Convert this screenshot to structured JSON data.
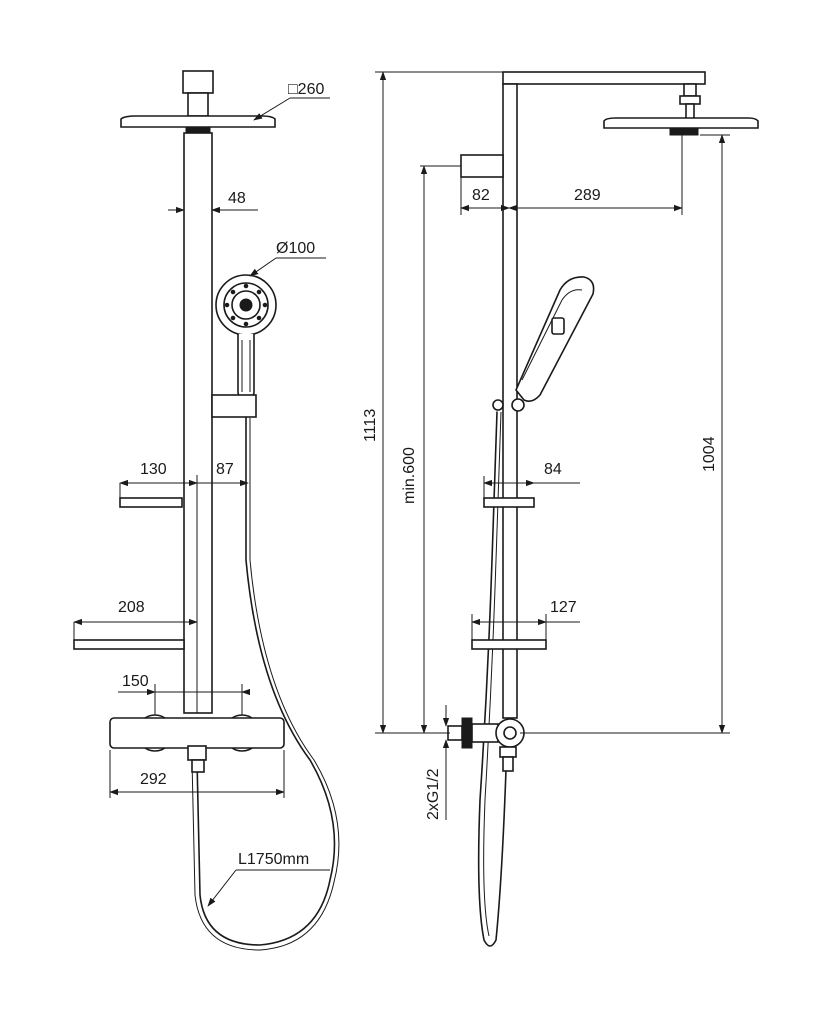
{
  "title": "Shower system technical drawing",
  "front_view": {
    "labels": {
      "head_size": "□260",
      "pipe_width": "48",
      "handshower_diameter": "Ø100",
      "shelf_small": "130",
      "hose_offset": "87",
      "shelf_large": "208",
      "inlet_spacing": "150",
      "mixer_width": "292",
      "hose_length": "L1750mm"
    }
  },
  "side_view": {
    "labels": {
      "total_height": "1113",
      "min_height": "min.600",
      "arm_depth": "82",
      "arm_projection": "289",
      "head_height": "1004",
      "shelf_small": "84",
      "shelf_large": "127",
      "connection": "2xG1/2"
    }
  }
}
